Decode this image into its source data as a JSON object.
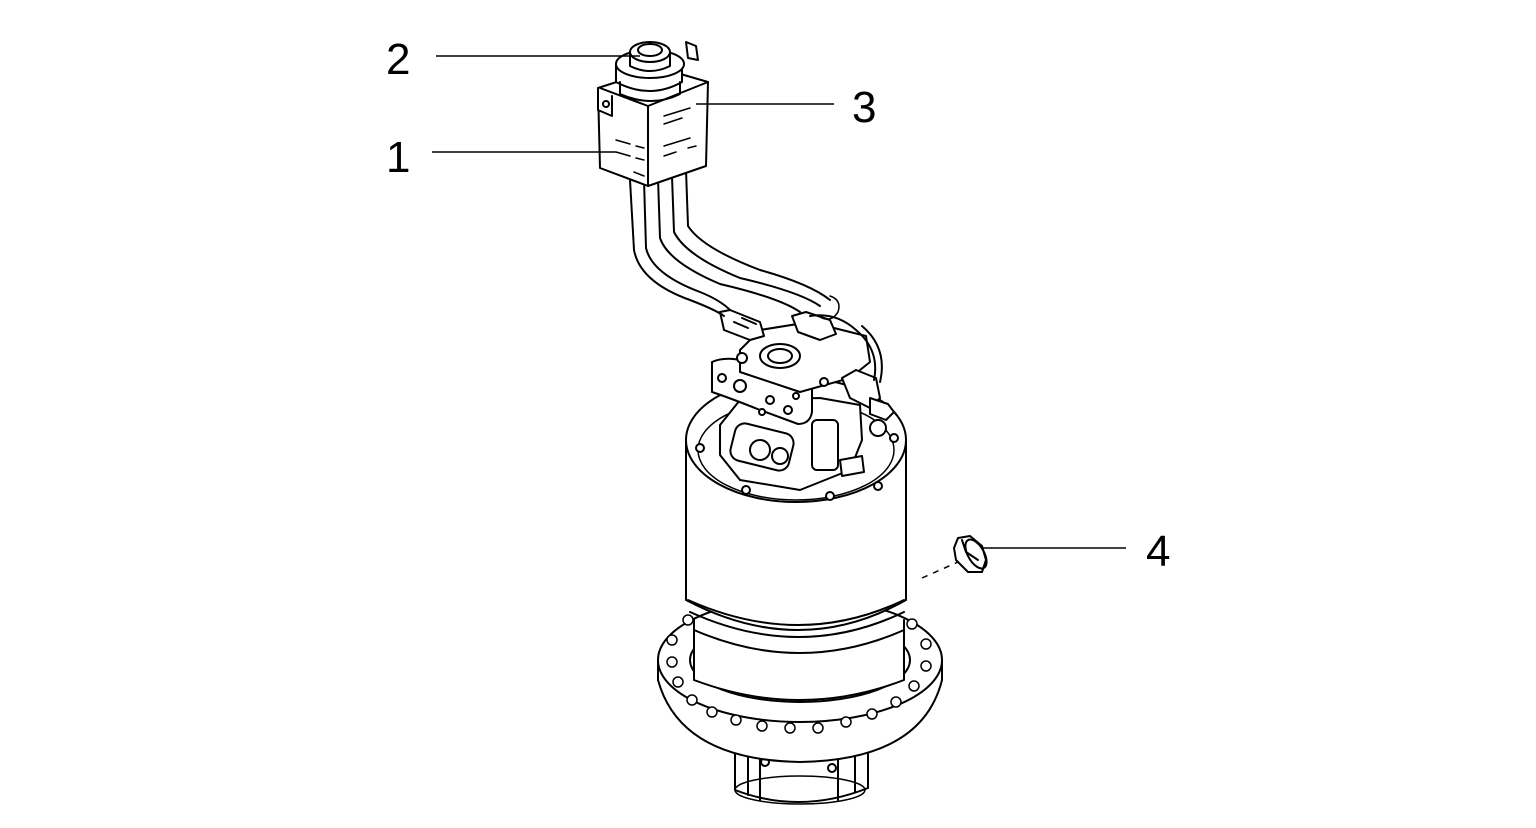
{
  "callouts": [
    {
      "id": "1",
      "label": "1",
      "part": "solenoid-valve-coil"
    },
    {
      "id": "2",
      "label": "2",
      "part": "coil-retaining-nut"
    },
    {
      "id": "3",
      "label": "3",
      "part": "connector-housing"
    },
    {
      "id": "4",
      "label": "4",
      "part": "plug-fitting"
    }
  ],
  "colors": {
    "line": "#000000",
    "background": "#ffffff",
    "fill": "#ffffff"
  }
}
